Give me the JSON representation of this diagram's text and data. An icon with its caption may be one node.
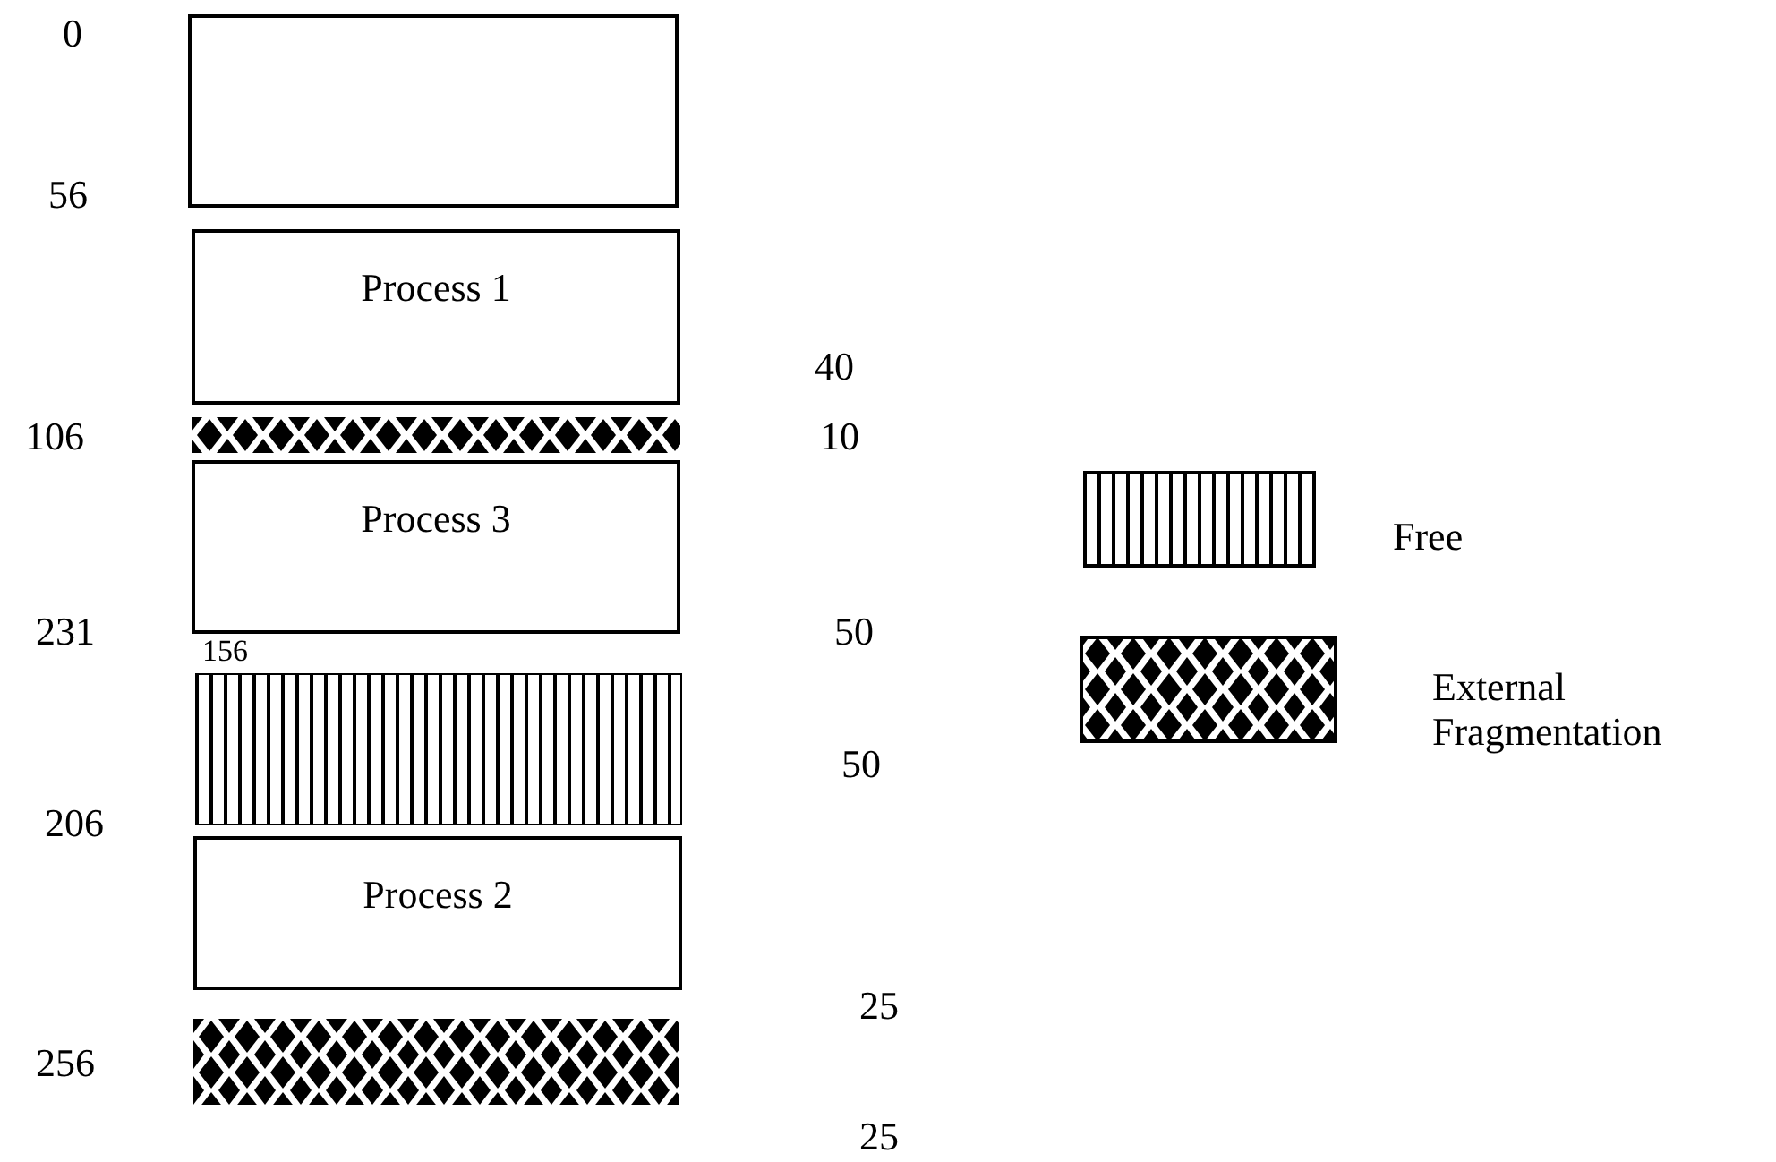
{
  "diagram": {
    "nodes": [
      {
        "text": [],
        "shape": "box"
      },
      {
        "text": [
          "Process 1"
        ]
      },
      {
        "text": [],
        "shape": "bar"
      },
      {
        "text": [
          "Process 3"
        ]
      },
      {
        "text": [],
        "shape": "bar"
      },
      {
        "text": [
          "Process 2"
        ]
      },
      {
        "text": [],
        "shape": "bar"
      }
    ],
    "edges": [],
    "labels": [
      "0",
      "56",
      "40",
      "106",
      "10",
      "231",
      "156",
      "50",
      "50",
      "206",
      "25",
      "256",
      "25"
    ],
    "legend": [
      {
        "text": "Free"
      },
      {
        "text": "External Fragmentation"
      }
    ]
  }
}
